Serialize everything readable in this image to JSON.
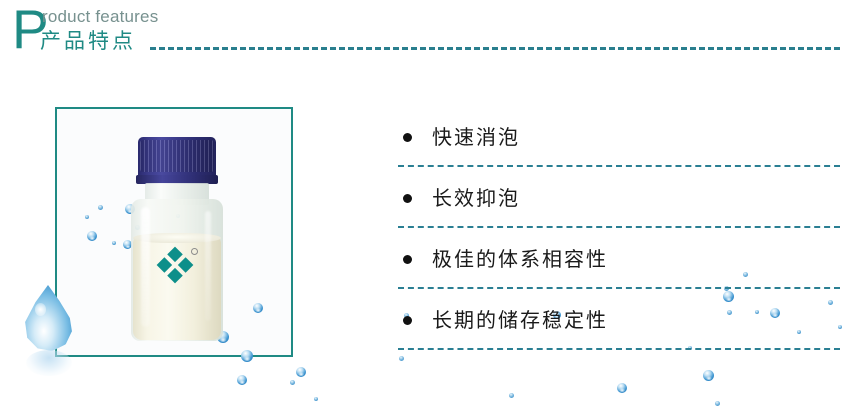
{
  "header": {
    "initial": "P",
    "en_title": "roduct features",
    "cn_title": "产品特点",
    "accent_color": "#1f8a84",
    "en_color": "#77918f",
    "divider_color": "#2a7f8e"
  },
  "product_image": {
    "alt": "防水剂白色乳液样品瓶",
    "frame_color": "#1f8a84",
    "bottle": {
      "cap_color": "#30307a",
      "liquid_color": "#f7f5e6",
      "logo": {
        "name": "diamond-logo",
        "color": "#0d8f8a",
        "trademark": "®"
      }
    },
    "droplet_color": "#3e94cd",
    "bubble_color": "#2a7fbe"
  },
  "features": {
    "separator_color": "#2a7f93",
    "bullet_color": "#111111",
    "items": [
      {
        "text": "快速消泡"
      },
      {
        "text": "长效抑泡"
      },
      {
        "text": "极佳的体系相容性"
      },
      {
        "text": "长期的储存稳定性"
      }
    ]
  }
}
